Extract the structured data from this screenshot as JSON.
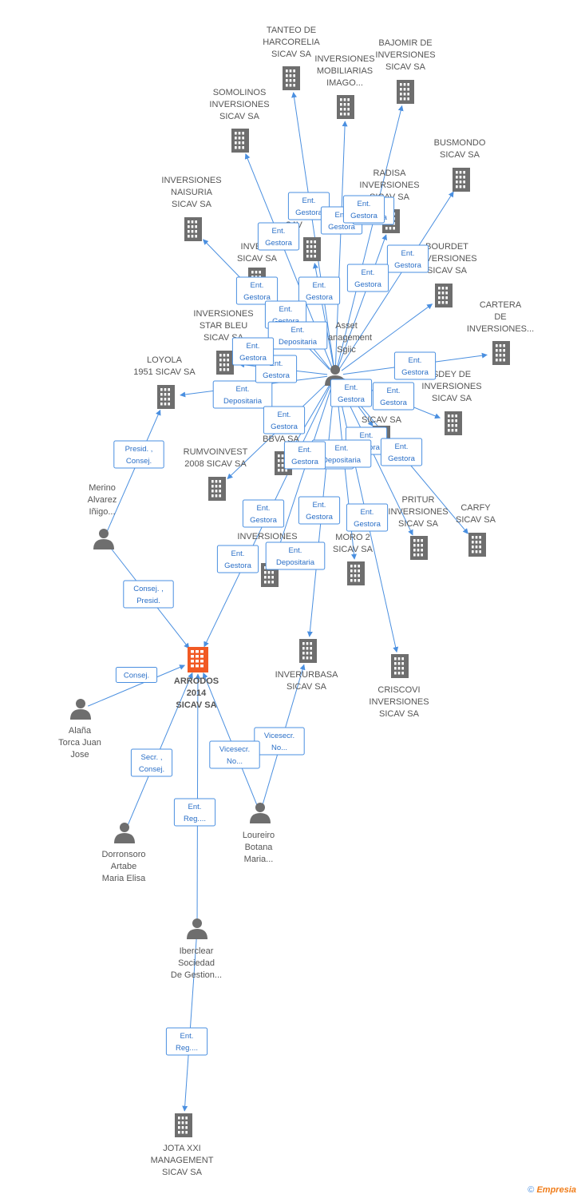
{
  "colors": {
    "edge": "#4a8fe0",
    "company": "#6e6e6e",
    "focus": "#f15a24",
    "person": "#6e6e6e"
  },
  "watermark": {
    "symbol": "©",
    "brand": "Empresia"
  },
  "nodes": [
    {
      "id": "tanteo",
      "kind": "company",
      "lines": [
        "TANTEO DE",
        "HARCORELIA",
        "SICAV SA"
      ]
    },
    {
      "id": "bajomir",
      "kind": "company",
      "lines": [
        "BAJOMIR DE",
        "INVERSIONES",
        "SICAV SA"
      ]
    },
    {
      "id": "invmob",
      "kind": "company",
      "lines": [
        "INVERSIONES",
        "MOBILIARIAS",
        "IMAGO..."
      ]
    },
    {
      "id": "somolinos",
      "kind": "company",
      "lines": [
        "SOMOLINOS",
        "INVERSIONES",
        "SICAV SA"
      ]
    },
    {
      "id": "busmondo",
      "kind": "company",
      "lines": [
        "BUSMONDO",
        "SICAV SA"
      ]
    },
    {
      "id": "naisuria",
      "kind": "company",
      "lines": [
        "INVERSIONES",
        "NAISURIA",
        "SICAV SA"
      ]
    },
    {
      "id": "radisa",
      "kind": "company",
      "lines": [
        "RADISA",
        "INVERSIONES",
        "SICAV SA"
      ]
    },
    {
      "id": "t_cav",
      "kind": "company",
      "lines": [
        "T",
        "CAV"
      ]
    },
    {
      "id": "inverp",
      "kind": "company",
      "lines": [
        "INVERP",
        "SICAV SA"
      ]
    },
    {
      "id": "bourdet",
      "kind": "company",
      "lines": [
        "BOURDET",
        "INVERSIONES",
        "SICAV SA"
      ]
    },
    {
      "id": "cartera",
      "kind": "company",
      "lines": [
        "CARTERA",
        "DE",
        "INVERSIONES..."
      ]
    },
    {
      "id": "starbleu",
      "kind": "company",
      "lines": [
        "INVERSIONES",
        "STAR BLEU",
        "SICAV SA"
      ]
    },
    {
      "id": "asset",
      "kind": "person",
      "lines": [
        "Asset",
        "Management",
        "Sgiic"
      ]
    },
    {
      "id": "loyola",
      "kind": "company",
      "lines": [
        "LOYOLA",
        "1951 SICAV SA"
      ]
    },
    {
      "id": "sdey",
      "kind": "company",
      "lines": [
        "SDEY DE",
        "INVERSIONES",
        "SICAV SA"
      ]
    },
    {
      "id": "sicavsa2",
      "kind": "company",
      "lines": [
        "SICAV SA"
      ]
    },
    {
      "id": "bbva",
      "kind": "company",
      "lines": [
        "BBVA SA"
      ]
    },
    {
      "id": "rumvo",
      "kind": "company",
      "lines": [
        "RUMVOINVEST",
        "2008 SICAV SA"
      ]
    },
    {
      "id": "merino",
      "kind": "person",
      "lines": [
        "Merino",
        "Alvarez",
        "Iñigo..."
      ]
    },
    {
      "id": "pritur",
      "kind": "company",
      "lines": [
        "PRITUR",
        "INVERSIONES",
        "SICAV SA"
      ]
    },
    {
      "id": "carfy",
      "kind": "company",
      "lines": [
        "CARFY",
        "SICAV SA"
      ]
    },
    {
      "id": "moro2",
      "kind": "company",
      "lines": [
        "MORO 2",
        "SICAV SA"
      ]
    },
    {
      "id": "inversiones_u",
      "kind": "company",
      "lines": [
        "INVERSIONES"
      ]
    },
    {
      "id": "arrodos",
      "kind": "focus",
      "lines": [
        "ARRODOS",
        "2014",
        "SICAV SA"
      ]
    },
    {
      "id": "inverurbasa",
      "kind": "company",
      "lines": [
        "INVERURBASA",
        "SICAV SA"
      ]
    },
    {
      "id": "criscovi",
      "kind": "company",
      "lines": [
        "CRISCOVI",
        "INVERSIONES",
        "SICAV SA"
      ]
    },
    {
      "id": "alana",
      "kind": "person",
      "lines": [
        "Alaña",
        "Torca Juan",
        "Jose"
      ]
    },
    {
      "id": "dorronsoro",
      "kind": "person",
      "lines": [
        "Dorronsoro",
        "Artabe",
        "Maria Elisa"
      ]
    },
    {
      "id": "loureiro",
      "kind": "person",
      "lines": [
        "Loureiro",
        "Botana",
        "Maria..."
      ]
    },
    {
      "id": "iberclear",
      "kind": "person",
      "lines": [
        "Iberclear",
        "Sociedad",
        "De Gestion..."
      ]
    },
    {
      "id": "jota",
      "kind": "company",
      "lines": [
        "JOTA XXI",
        "MANAGEMENT",
        "SICAV SA"
      ]
    }
  ],
  "edge_labels": [
    [
      "Ent.",
      "Gestora"
    ],
    [
      "Ent.",
      "Gestora"
    ],
    [
      "Ent.",
      "Gestora"
    ],
    [
      "Ent.",
      "Gestora"
    ],
    [
      "Ent.",
      "Gestora"
    ],
    [
      "Ent.",
      "Gestora"
    ],
    [
      "Ent.",
      "Gestora"
    ],
    [
      "Ent.",
      "Gestora"
    ],
    [
      "Ent.",
      "Gestora"
    ],
    [
      "Ent.",
      "Depositaria"
    ],
    [
      "Ent.",
      "Depositaria"
    ],
    [
      "Ent.",
      "Gestora"
    ],
    [
      "Ent.",
      "Gestora"
    ],
    [
      "Ent.",
      "Gestora"
    ],
    [
      "Ent.",
      "Gestora"
    ],
    [
      "Ent.",
      "Gestora"
    ],
    [
      "Ent.",
      "Gestora"
    ],
    [
      "Ent.",
      "Gestora"
    ],
    [
      "Ent.",
      "Gestora"
    ],
    [
      "Ent.",
      "Depositaria"
    ],
    [
      "Ent.",
      "Gestora"
    ],
    [
      "Ent.",
      "Depositaria"
    ],
    [
      "Ent.",
      "Depositaria"
    ],
    [
      "Ent.",
      "Gestora"
    ],
    [
      "Ent.",
      "Gestora"
    ],
    [
      "Ent.",
      "Gestora"
    ],
    [
      "Presid. ,",
      "Consej."
    ],
    [
      "Consej. ,",
      "Presid."
    ],
    [
      "Consej."
    ],
    [
      "Secr. ,",
      "Consej."
    ],
    [
      "Ent.",
      "Reg...."
    ],
    [
      "Vicesecr.",
      "No..."
    ],
    [
      "Vicesecr.",
      "No..."
    ],
    [
      "Ent.",
      "Reg...."
    ],
    [
      "Ent.",
      "Gestora"
    ],
    [
      "Ent.",
      "Gestora"
    ]
  ]
}
